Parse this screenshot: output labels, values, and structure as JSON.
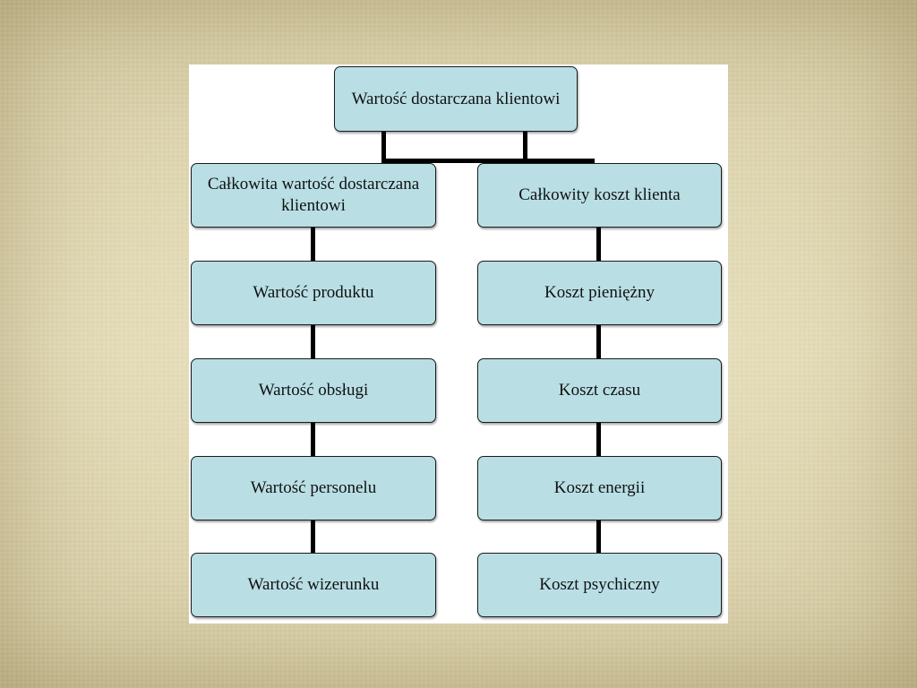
{
  "diagram": {
    "root": {
      "label": "Wartość dostarczana klientowi"
    },
    "left_branch": {
      "label": "Całkowita wartość dostarczana klientowi",
      "items": [
        {
          "label": "Wartość produktu"
        },
        {
          "label": "Wartość obsługi"
        },
        {
          "label": "Wartość personelu"
        },
        {
          "label": "Wartość wizerunku"
        }
      ]
    },
    "right_branch": {
      "label": "Całkowity koszt klienta",
      "items": [
        {
          "label": "Koszt pieniężny"
        },
        {
          "label": "Koszt czasu"
        },
        {
          "label": "Koszt energii"
        },
        {
          "label": "Koszt psychiczny"
        }
      ]
    },
    "colors": {
      "box_fill": "#b9dfe5",
      "box_border": "#1a1a1a",
      "connector": "#000000",
      "panel": "#ffffff",
      "slide_background": "#d8cfa8"
    }
  }
}
